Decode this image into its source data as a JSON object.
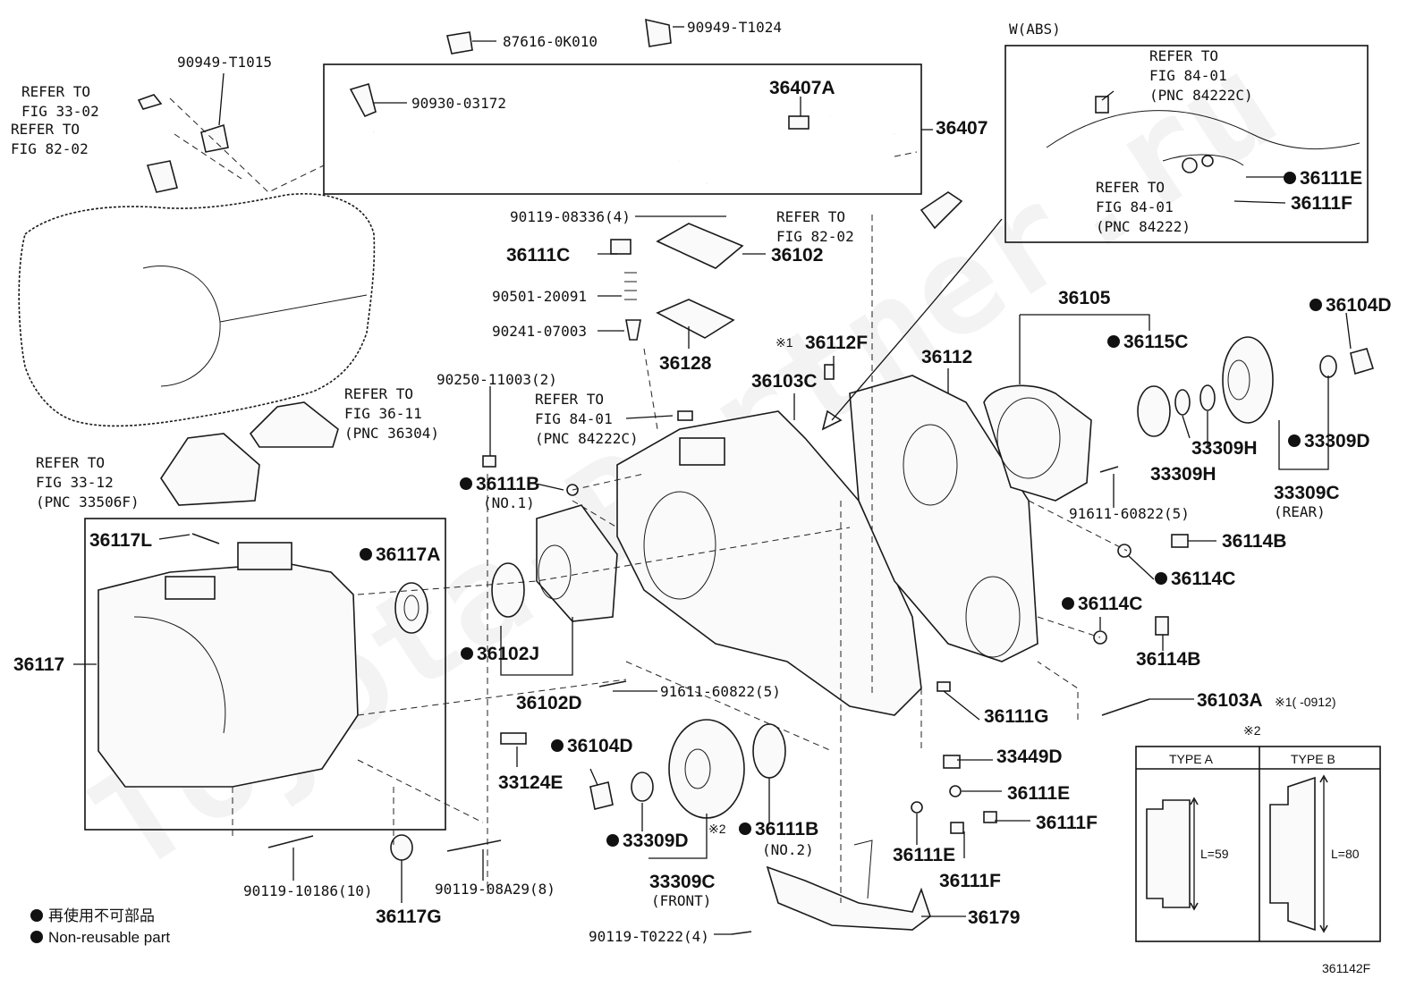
{
  "diagram_id": "361142F",
  "abs_header": "W(ABS)",
  "type_table": {
    "note_mark": "※2",
    "type_a": "TYPE A",
    "type_b": "TYPE B",
    "length_a": "L=59",
    "length_b": "L=80"
  },
  "legend": {
    "line1": "再使用不可部品",
    "line2": "Non-reusable part"
  },
  "watermark": "Toyota-Partner.ru",
  "refs": {
    "r33_02_a": "REFER TO",
    "r33_02_b": "FIG 33-02",
    "r82_02_a": "REFER TO",
    "r82_02_b": "FIG 82-02",
    "r82_02r_a": "REFER TO",
    "r82_02r_b": "FIG 82-02",
    "r36_11_a": "REFER TO",
    "r36_11_b": "FIG 36-11",
    "r36_11_c": "(PNC 36304)",
    "r33_12_a": "REFER TO",
    "r33_12_b": "FIG 33-12",
    "r33_12_c": "(PNC 33506F)",
    "r84_01m_a": "REFER TO",
    "r84_01m_b": "FIG 84-01",
    "r84_01m_c": "(PNC 84222C)",
    "r84_01a_a": "REFER TO",
    "r84_01a_b": "FIG 84-01",
    "r84_01a_c": "(PNC 84222C)",
    "r84_01b_a": "REFER TO",
    "r84_01b_b": "FIG 84-01",
    "r84_01b_c": "(PNC 84222)"
  },
  "labels": {
    "p90949_t1015": "90949-T1015",
    "p87616": "87616-0K010",
    "p90949_t1024": "90949-T1024",
    "p90930": "90930-03172",
    "p36407a": "36407A",
    "p36407": "36407",
    "p90119_08336": "90119-08336(4)",
    "p36111c": "36111C",
    "p36102": "36102",
    "p90501": "90501-20091",
    "p90241": "90241-07003",
    "p36128": "36128",
    "p36112f": "36112F",
    "p36112f_mark": "※1",
    "p36112": "36112",
    "p36103c": "36103C",
    "p90250": "90250-11003(2)",
    "p36111b1": "36111B",
    "p36111b1_sub": "(NO.1)",
    "p36117l": "36117L",
    "p36117a": "36117A",
    "p36117": "36117",
    "p36102j": "36102J",
    "p36102d": "36102D",
    "p91611a": "91611-60822(5)",
    "p33124e": "33124E",
    "p36104d_b": "36104D",
    "p33309d_b": "33309D",
    "p33309c_f": "33309C",
    "p33309c_f_sub": "(FRONT)",
    "p36111b2_mark": "※2",
    "p36111b2": "36111B",
    "p36111b2_sub": "(NO.2)",
    "p90119_10186": "90119-10186(10)",
    "p36117g": "36117G",
    "p90119_08a29": "90119-08A29(8)",
    "p90119_t0222": "90119-T0222(4)",
    "p36179": "36179",
    "p36111e_b": "36111E",
    "p36111f_b": "36111F",
    "p36111e_m": "36111E",
    "p36111f_m": "36111F",
    "p33449d": "33449D",
    "p36111g": "36111G",
    "p36103a": "36103A",
    "p36103a_note": "※1(    -0912)",
    "p36114b_low": "36114B",
    "p36114c_low": "36114C",
    "p36114c_up": "36114C",
    "p36114b_up": "36114B",
    "p91611b": "91611-60822(5)",
    "p36105": "36105",
    "p36115c": "36115C",
    "p36104d_r": "36104D",
    "p33309h_a": "33309H",
    "p33309h_b": "33309H",
    "p33309d_r": "33309D",
    "p33309c_r": "33309C",
    "p33309c_r_sub": "(REAR)",
    "p36111e_abs": "36111E",
    "p36111f_abs": "36111F"
  }
}
